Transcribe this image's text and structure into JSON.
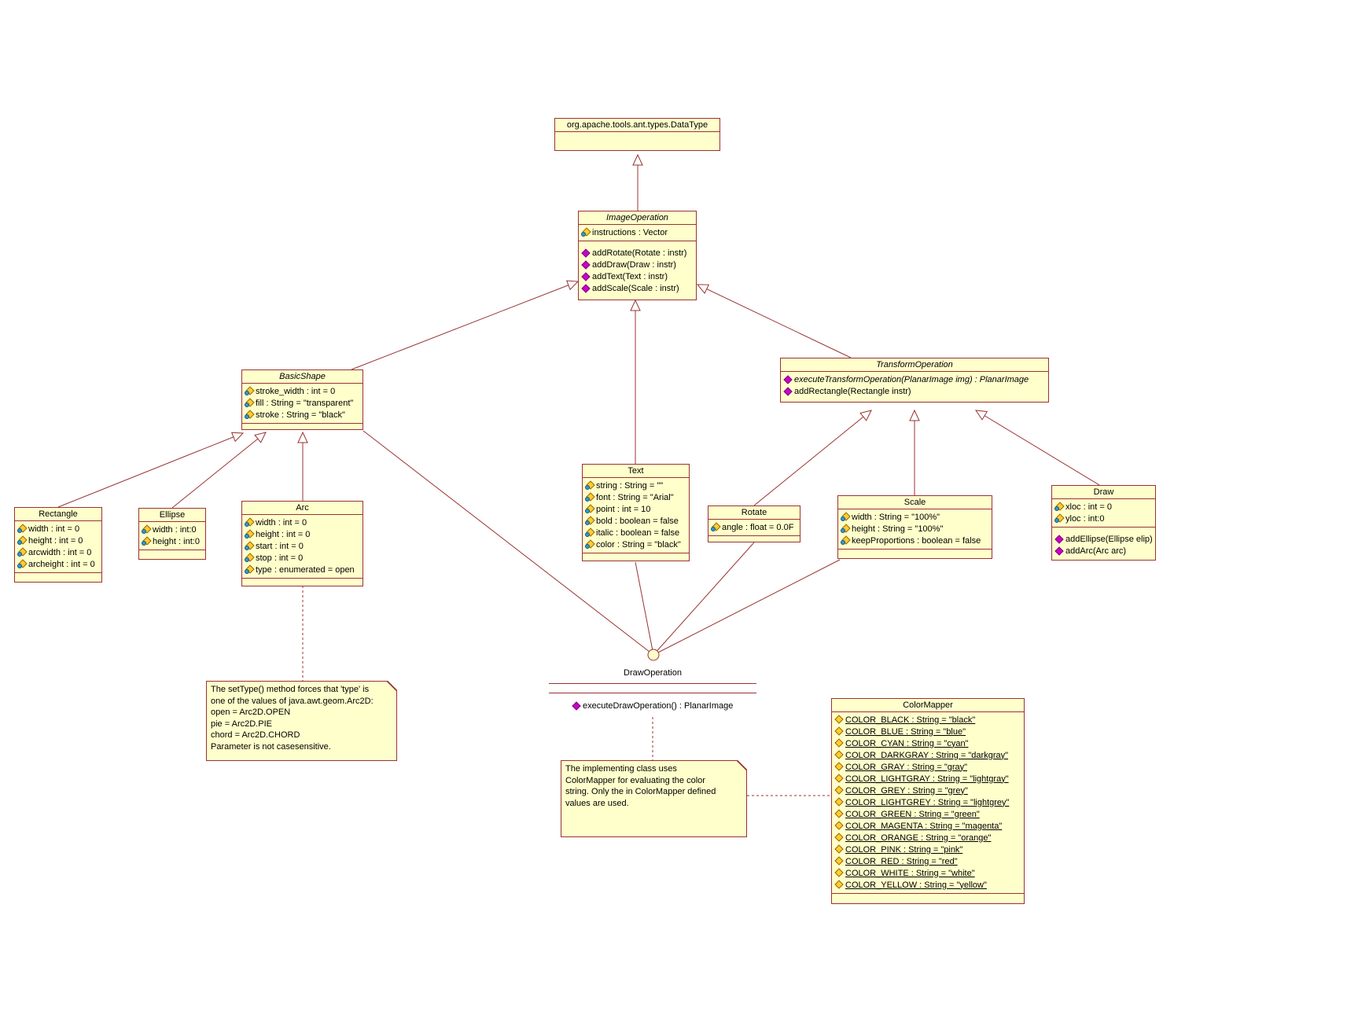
{
  "colors": {
    "box_fill": "#ffffcc",
    "box_border": "#993333",
    "connector": "#993333",
    "method_icon": "#cc00cc",
    "attribute_icon_gold": "#ffcc33",
    "attribute_icon_blue": "#3399cc"
  },
  "classes": {
    "datatype": {
      "title": "org.apache.tools.ant.types.DataType"
    },
    "image_operation": {
      "title": "ImageOperation",
      "attributes": [
        "instructions : Vector"
      ],
      "methods": [
        "addRotate(Rotate : instr)",
        "addDraw(Draw : instr)",
        "addText(Text : instr)",
        "addScale(Scale : instr)"
      ]
    },
    "basic_shape": {
      "title": "BasicShape",
      "attributes": [
        "stroke_width : int = 0",
        "fill : String = \"transparent\"",
        "stroke : String = \"black\""
      ]
    },
    "transform_operation": {
      "title": "TransformOperation",
      "methods": [
        "executeTransformOperation(PlanarImage img) : PlanarImage",
        "addRectangle(Rectangle instr)"
      ]
    },
    "rectangle": {
      "title": "Rectangle",
      "attributes": [
        "width : int = 0",
        "height : int = 0",
        "arcwidth : int = 0",
        "archeight : int = 0"
      ]
    },
    "ellipse": {
      "title": "Ellipse",
      "attributes": [
        "width : int:0",
        "height : int:0"
      ]
    },
    "arc": {
      "title": "Arc",
      "attributes": [
        "width : int = 0",
        "height : int = 0",
        "start : int = 0",
        "stop : int = 0",
        "type : enumerated = open"
      ]
    },
    "text": {
      "title": "Text",
      "attributes": [
        "string : String = \"\"",
        "font : String = \"Arial\"",
        "point : int = 10",
        "bold : boolean = false",
        "italic : boolean = false",
        "color : String = \"black\""
      ]
    },
    "rotate": {
      "title": "Rotate",
      "attributes": [
        "angle : float = 0.0F"
      ]
    },
    "scale": {
      "title": "Scale",
      "attributes": [
        "width : String = \"100%\"",
        "height : String = \"100%\"",
        "keepProportions : boolean = false"
      ]
    },
    "draw": {
      "title": "Draw",
      "attributes": [
        "xloc : int = 0",
        "yloc : int:0"
      ],
      "methods": [
        "addEllipse(Ellipse elip)",
        "addArc(Arc arc)"
      ]
    },
    "color_mapper": {
      "title": "ColorMapper",
      "attributes": [
        "COLOR_BLACK : String = \"black\"",
        "COLOR_BLUE : String = \"blue\"",
        "COLOR_CYAN : String = \"cyan\"",
        "COLOR_DARKGRAY : String = \"darkgray\"",
        "COLOR_GRAY : String = \"gray\"",
        "COLOR_LIGHTGRAY : String = \"lightgray\"",
        "COLOR_GREY : String = \"grey\"",
        "COLOR_LIGHTGREY : String = \"lightgrey\"",
        "COLOR_GREEN : String = \"green\"",
        "COLOR_MAGENTA : String = \"magenta\"",
        "COLOR_ORANGE : String = \"orange\"",
        "COLOR_PINK : String = \"pink\"",
        "COLOR_RED : String = \"red\"",
        "COLOR_WHITE : String = \"white\"",
        "COLOR_YELLOW : String = \"yellow\""
      ]
    }
  },
  "interface_node": {
    "label": "DrawOperation",
    "method": "executeDrawOperation() : PlanarImage"
  },
  "notes": {
    "arc_note": "The setType() method forces that 'type' is\none of the values of java.awt.geom.Arc2D:\nopen = Arc2D.OPEN\npie = Arc2D.PIE\nchord = Arc2D.CHORD\nParameter is not casesensitive.",
    "color_note": "The implementing class uses\nColorMapper for evaluating the color\nstring. Only the in ColorMapper defined\nvalues are used."
  }
}
